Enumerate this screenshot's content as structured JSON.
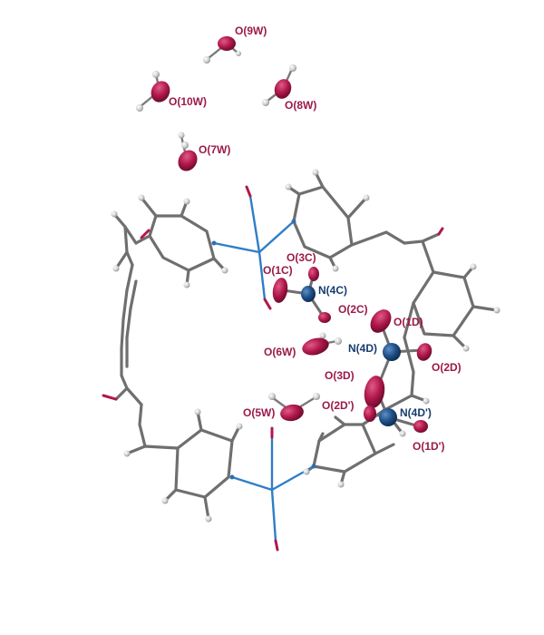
{
  "colors": {
    "oxygen": "#b0184c",
    "oxygen_label": "#9b1a4a",
    "nitrogen": "#1f4f86",
    "nitrogen_label": "#163d6e",
    "carbon_bond": "#6f6f6f",
    "copper_bond": "#2f7ec6",
    "hydrogen": "#c8c8c8",
    "background": "#ffffff"
  },
  "labels": {
    "o9w": "O(9W)",
    "o10w": "O(10W)",
    "o8w": "O(8W)",
    "o7w": "O(7W)",
    "o3c": "O(3C)",
    "o1c": "O(1C)",
    "n4c": "N(4C)",
    "o2c": "O(2C)",
    "o1d": "O(1D)",
    "o6w": "O(6W)",
    "n4d": "N(4D)",
    "o2d": "O(2D)",
    "o3d": "O(3D)",
    "o2dp": "O(2D')",
    "n4dp": "N(4D')",
    "o5w": "O(5W)",
    "o1dp": "O(1D')"
  }
}
